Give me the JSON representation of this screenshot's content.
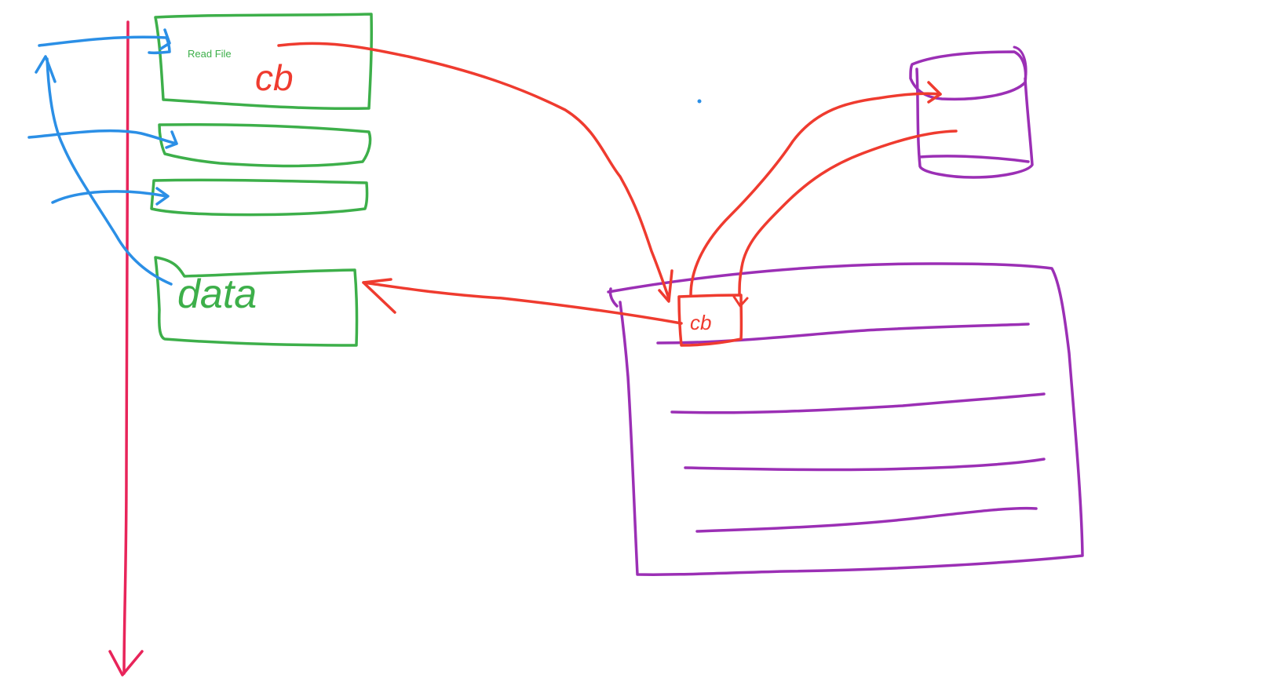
{
  "colors": {
    "timeline": "#e8245a",
    "stack_frame": "#3daf4a",
    "callback": "#ef3b2f",
    "event_flow": "#2b8fe6",
    "system": "#9b2fb5",
    "dot": "#2b8fe6"
  },
  "labels": {
    "read_file": "Read File"
  },
  "handwriting": {
    "callback_top": "cb",
    "callback_box": "cb",
    "data_box": "data"
  }
}
